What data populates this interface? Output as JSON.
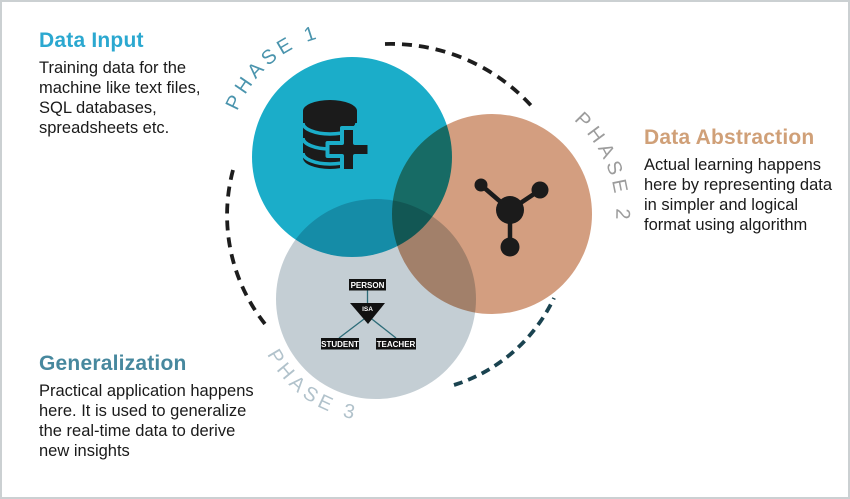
{
  "canvas": {
    "background": "#ffffff",
    "border_color": "#cbd0d2"
  },
  "sections": {
    "data_input": {
      "title": "Data Input",
      "title_color": "#2ba8d0",
      "body": "Training data for the\nmachine like text files,\nSQL databases,\nspreadsheets etc."
    },
    "data_abstraction": {
      "title": "Data Abstraction",
      "title_color": "#d0a078",
      "body": "Actual learning happens\nhere by representing data\nin simpler and logical\nformat using algorithm"
    },
    "generalization": {
      "title": "Generalization",
      "title_color": "#47889e",
      "body": "Practical application happens\nhere. It is used to generalize\nthe real-time data to derive\nnew insights"
    }
  },
  "phases": {
    "phase1": {
      "label": "PHASE 1",
      "label_color": "#4a94ad",
      "circle_color": "#1badc9"
    },
    "phase2": {
      "label": "PHASE 2",
      "label_color": "#9c9c9c",
      "circle_color": "#d39e80"
    },
    "phase3": {
      "label": "PHASE 3",
      "label_color": "#b1c2cb",
      "circle_color": "#c4ced4"
    }
  },
  "dashed_arcs": {
    "top_color": "#1d1d1d",
    "left_color": "#1d1d1d",
    "bottom_right_color": "#1a4350"
  },
  "icons": {
    "database": "database-add-icon",
    "molecule": "molecule-icon",
    "icon_color": "#1b1b1b"
  },
  "hierarchy": {
    "root": "PERSON",
    "relation": "ISA",
    "children": [
      "STUDENT",
      "TEACHER"
    ],
    "box_color": "#111111",
    "line_color": "#2d6c78"
  }
}
